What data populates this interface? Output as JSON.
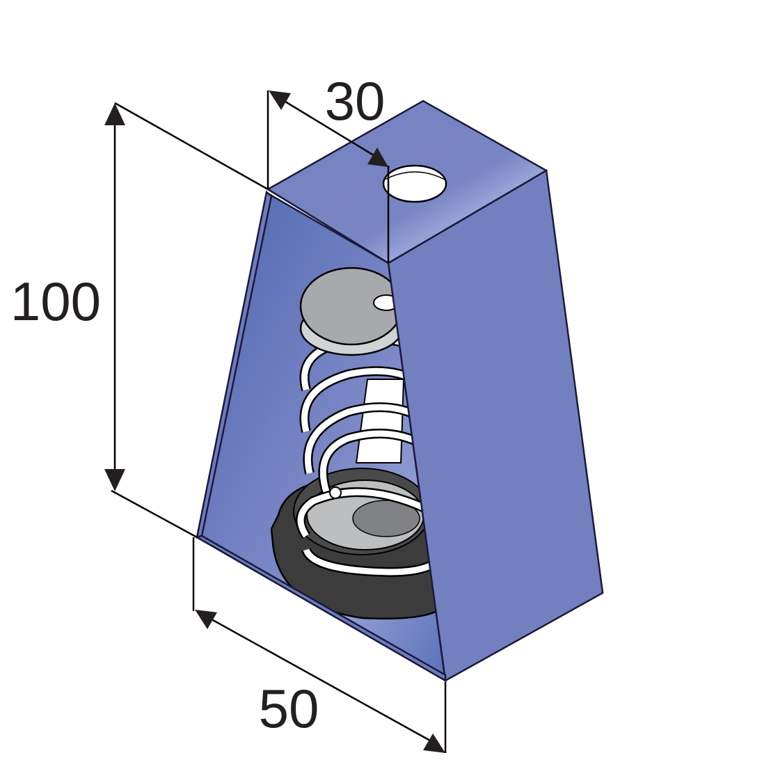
{
  "dimensions": {
    "height": "100",
    "width": "50",
    "depth": "30"
  },
  "colors": {
    "housing_front": "#7380c0",
    "housing_top": "#7783c1",
    "housing_inner": "#5a72b8",
    "washer": "#a7a9ac",
    "spring": "#ffffff",
    "rubber_base": "#3c3c3c",
    "rubber_inner": "#bcbec0",
    "line": "#000000"
  }
}
